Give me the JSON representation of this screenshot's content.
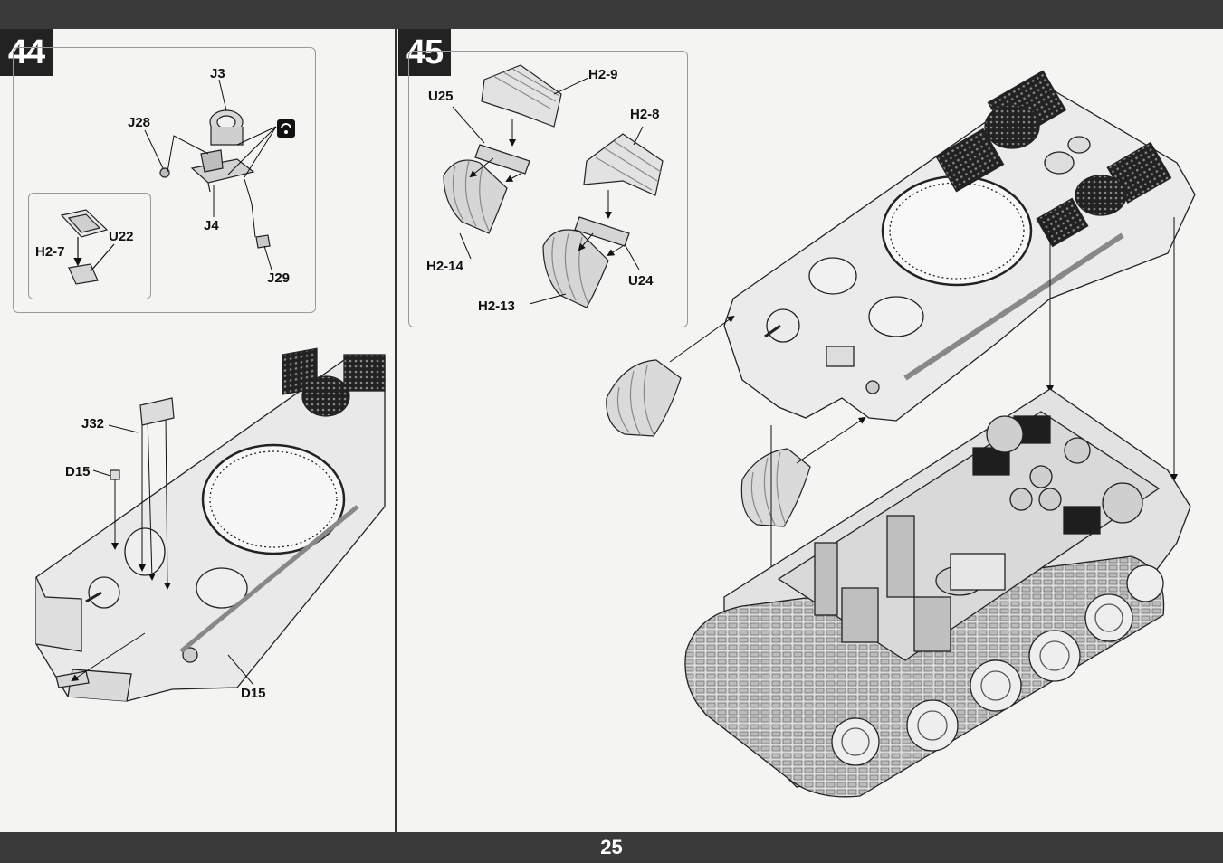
{
  "steps": [
    {
      "number": "44"
    },
    {
      "number": "45"
    }
  ],
  "step44": {
    "labels": {
      "j3": "J3",
      "j28": "J28",
      "j4": "J4",
      "j29": "J29",
      "h2_7": "H2-7",
      "u22": "U22",
      "j32": "J32",
      "d15_top": "D15",
      "d15_bottom": "D15"
    },
    "icon": "reverse-side-icon"
  },
  "step45": {
    "labels": {
      "h2_9": "H2-9",
      "u25": "U25",
      "h2_8": "H2-8",
      "h2_14": "H2-14",
      "u24": "U24",
      "h2_13": "H2-13"
    }
  },
  "page_number": "25"
}
